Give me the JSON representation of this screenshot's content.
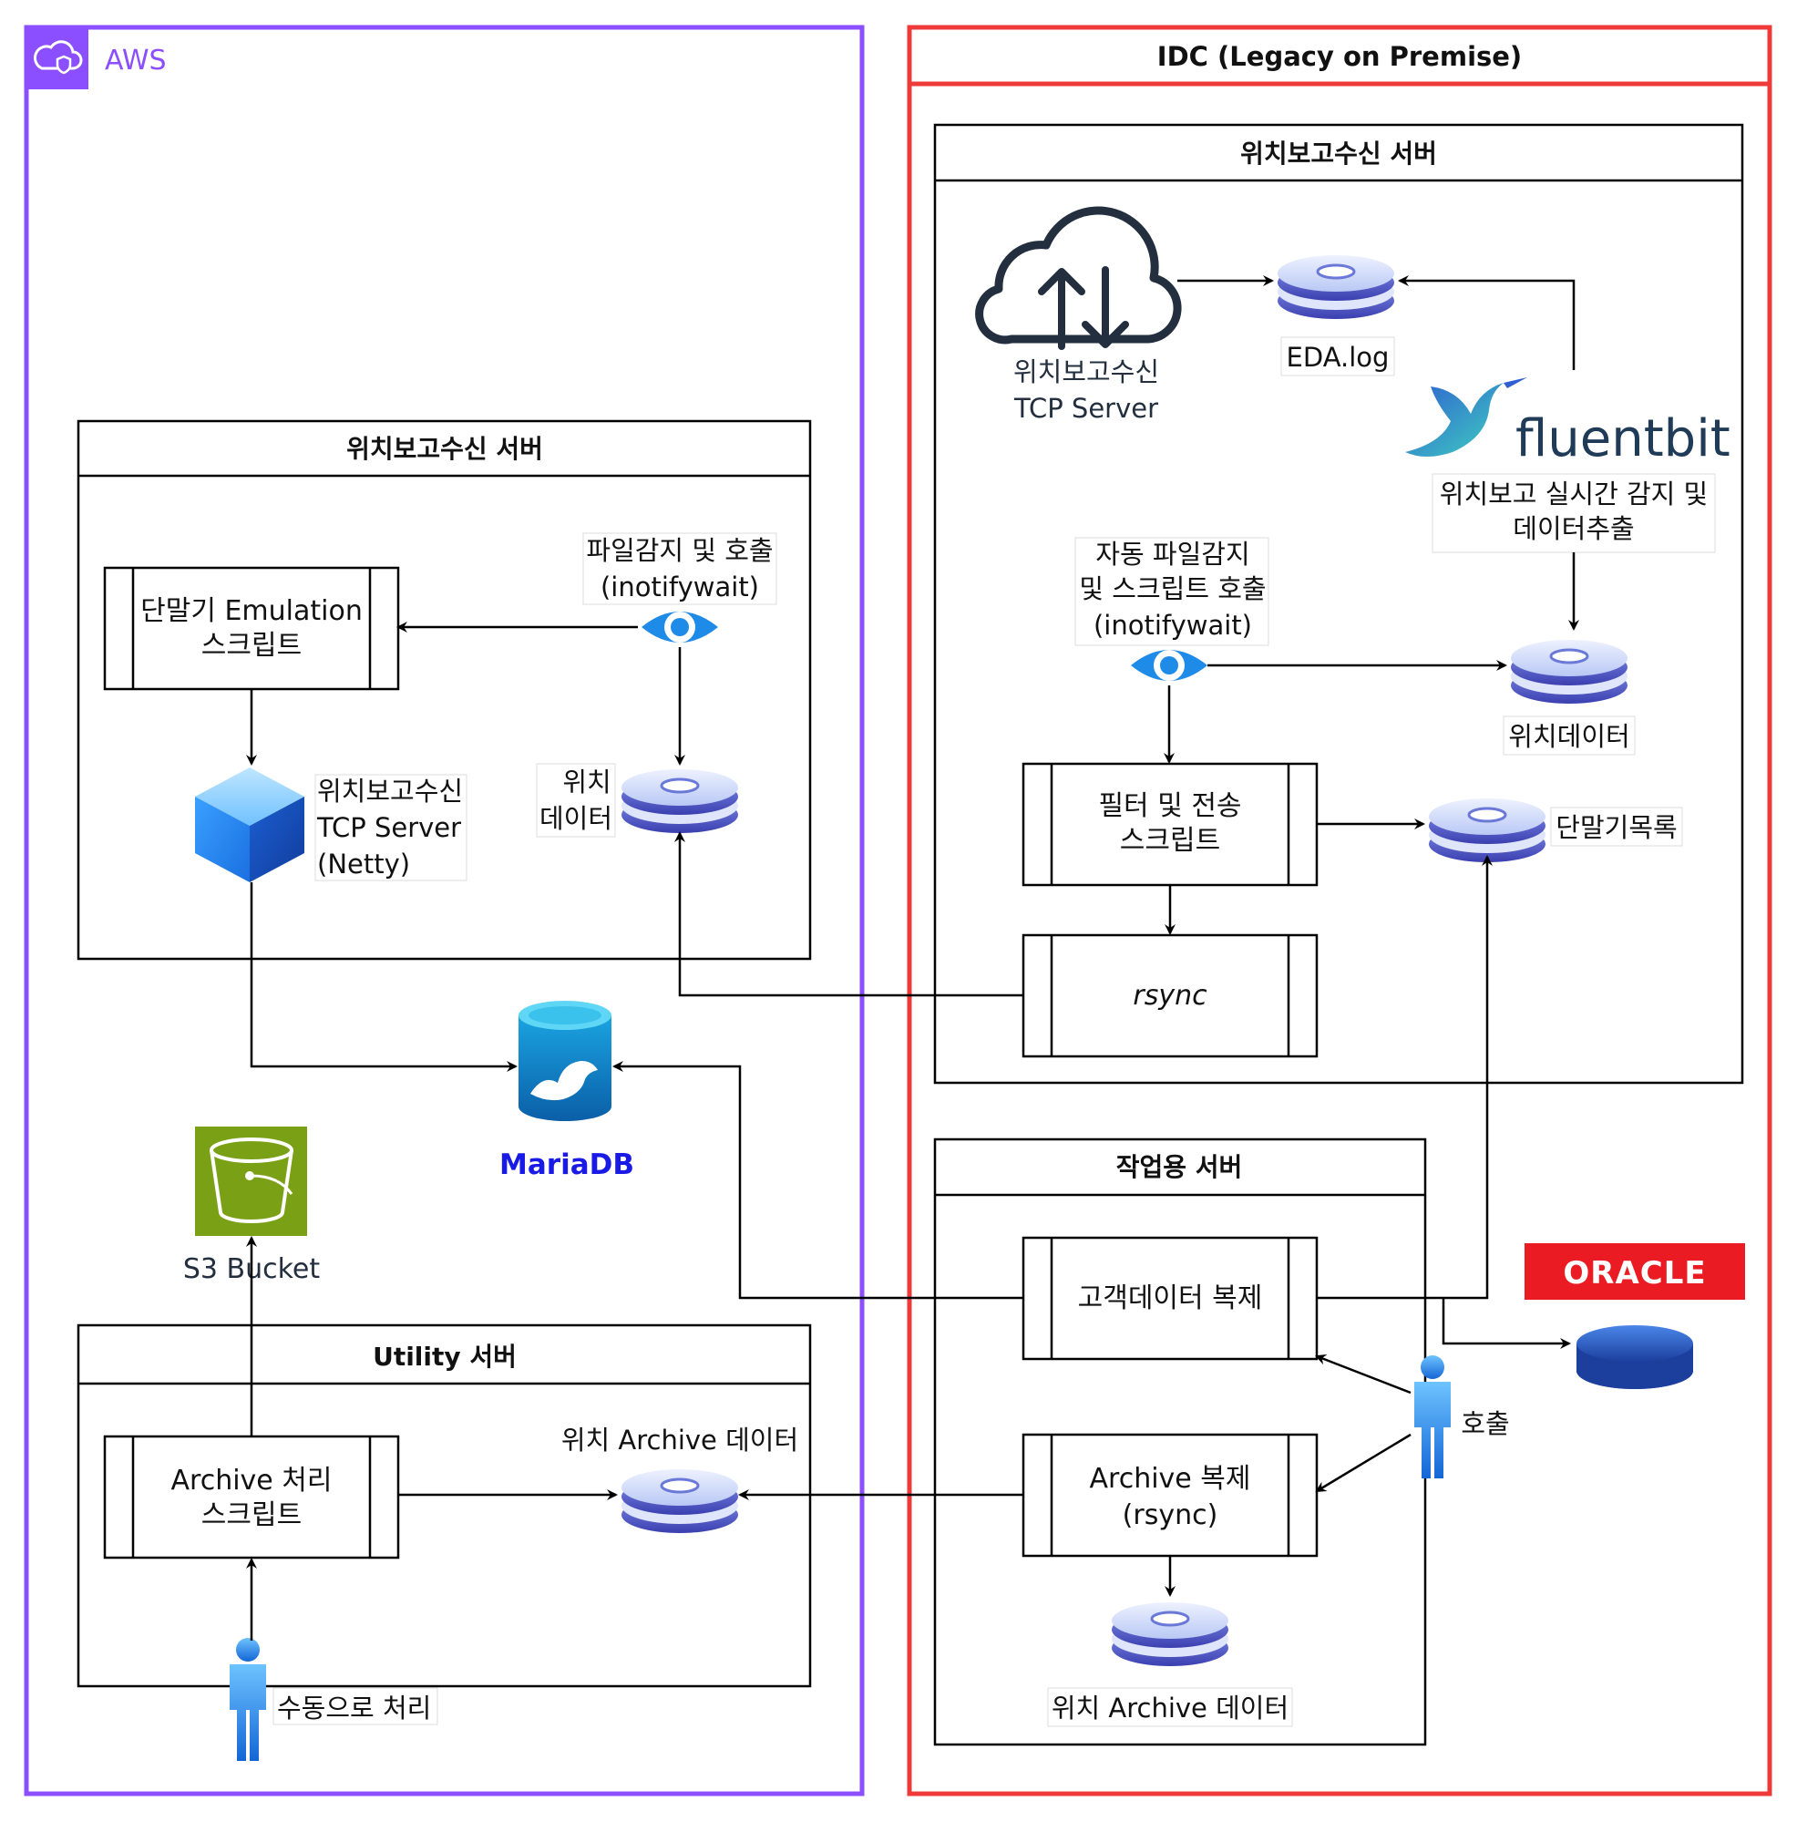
{
  "aws": {
    "label": "AWS"
  },
  "idc": {
    "title": "IDC (Legacy on Premise)"
  },
  "aws_position_server": {
    "title": "위치보고수신 서버",
    "emulation_script": [
      "단말기 Emulation",
      "스크립트"
    ],
    "watch_label": [
      "파일감지 및 호출",
      "(inotifywait)"
    ],
    "tcp_server_label": [
      "위치보고수신",
      "TCP Server",
      "(Netty)"
    ],
    "position_data_label": [
      "위치",
      "데이터"
    ]
  },
  "mariadb": {
    "label": "MariaDB"
  },
  "s3": {
    "label": "S3 Bucket"
  },
  "utility_server": {
    "title": "Utility 서버",
    "archive_script": [
      "Archive 처리",
      "스크립트"
    ],
    "archive_data_label": "위치 Archive 데이터",
    "manual_label": "수동으로 처리"
  },
  "idc_position_server": {
    "title": "위치보고수신 서버",
    "tcp_server_label": [
      "위치보고수신",
      "TCP Server"
    ],
    "eda_log_label": "EDA.log",
    "fluentbit_logo": "fluentbit",
    "fluentbit_label": [
      "위치보고 실시간 감지 및",
      "데이터추출"
    ],
    "auto_watch_label": [
      "자동 파일감지",
      "및 스크립트 호출",
      "(inotifywait)"
    ],
    "position_data_label": "위치데이터",
    "filter_script": [
      "필터 및 전송",
      "스크립트"
    ],
    "terminal_list_label": "단말기목록",
    "rsync_label": "rsync"
  },
  "work_server": {
    "title": "작업용 서버",
    "customer_copy": "고객데이터 복제",
    "archive_copy": [
      "Archive 복제",
      "(rsync)"
    ],
    "archive_data_label": "위치 Archive 데이터",
    "call_label": "호출"
  },
  "oracle": {
    "logo": "ORACLE"
  },
  "colors": {
    "aws_border": "#8c4fff",
    "idc_border": "#ef3a3a",
    "mariadb_text": "#1a1ae6",
    "s3_green": "#7aa116",
    "oracle_red": "#ea1b22"
  }
}
